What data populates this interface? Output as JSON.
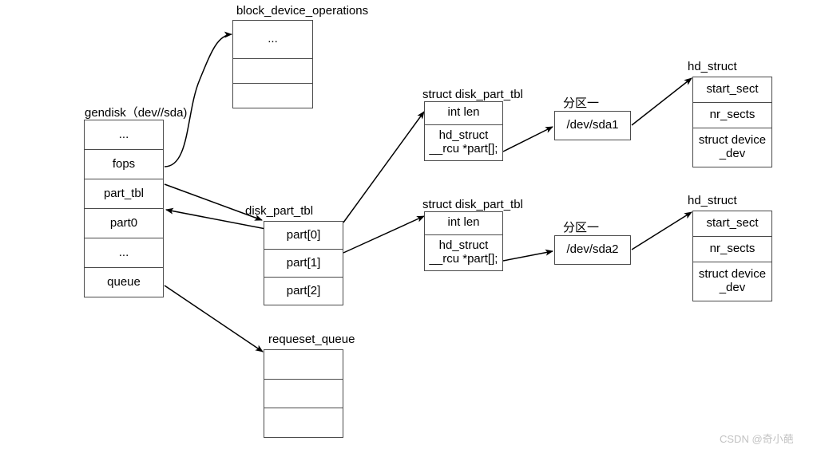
{
  "diagram": {
    "title_watermark": "CSDN @奇小葩",
    "nodes": {
      "gendisk": {
        "caption": "gendisk（dev//sda)",
        "rows": [
          "...",
          "fops",
          "part_tbl",
          "part0",
          "...",
          "queue"
        ]
      },
      "block_device_operations": {
        "caption": "block_device_operations",
        "rows": [
          "...",
          "",
          ""
        ]
      },
      "disk_part_tbl": {
        "caption": "disk_part_tbl",
        "rows": [
          "part[0]",
          "part[1]",
          "part[2]"
        ]
      },
      "requeset_queue": {
        "caption": "requeset_queue",
        "rows": [
          "",
          "",
          ""
        ]
      },
      "struct_disk_part_tbl_1": {
        "caption": "struct disk_part_tbl",
        "rows": [
          "int len",
          "hd_struct\n__rcu *part[];"
        ]
      },
      "struct_disk_part_tbl_2": {
        "caption": "struct disk_part_tbl",
        "rows": [
          "int len",
          "hd_struct\n__rcu *part[];"
        ]
      },
      "partition_1": {
        "caption": "分区一",
        "rows": [
          "/dev/sda1"
        ]
      },
      "partition_2": {
        "caption": "分区一",
        "rows": [
          "/dev/sda2"
        ]
      },
      "hd_struct_1": {
        "caption": "hd_struct",
        "rows": [
          "start_sect",
          "nr_sects",
          "struct device\n_dev"
        ]
      },
      "hd_struct_2": {
        "caption": "hd_struct",
        "rows": [
          "start_sect",
          "nr_sects",
          "struct device\n_dev"
        ]
      }
    },
    "colors": {
      "stroke": "#4a4a4a",
      "arrow": "#000000",
      "background": "#ffffff",
      "watermark": "#c2c2c2"
    }
  }
}
